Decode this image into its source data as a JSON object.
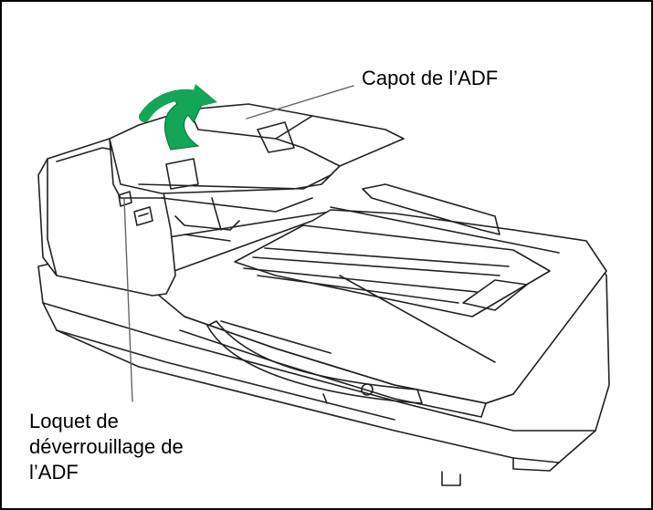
{
  "callouts": {
    "adf_cover": "Capot de l’ADF",
    "adf_release_latch": [
      "Loquet de",
      "déverrouillage de",
      "l’ADF"
    ]
  },
  "colors": {
    "arrow_fill": "#15a558",
    "line": "#222222",
    "frame": "#000000"
  },
  "icons": {
    "open_arrow": "curved-arrow-open-icon"
  }
}
